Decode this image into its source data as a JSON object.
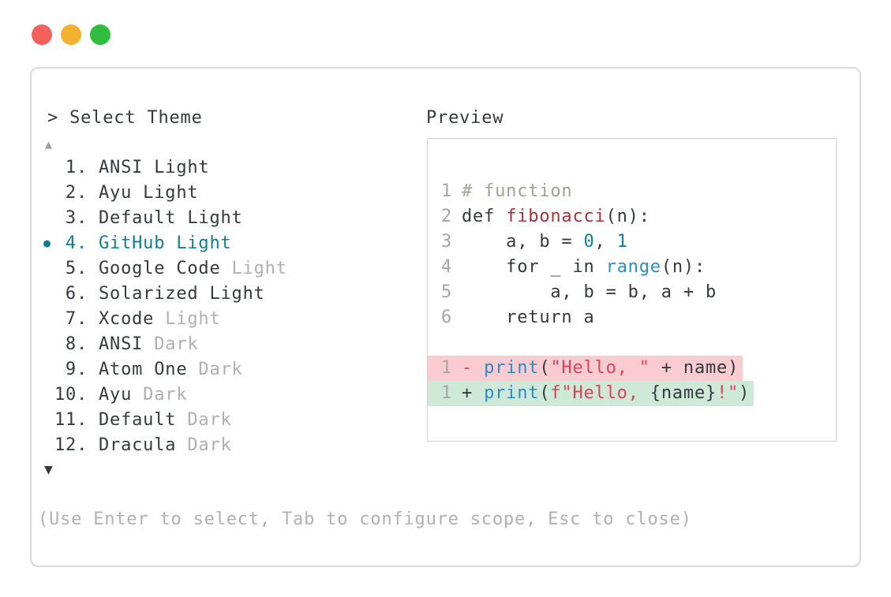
{
  "palette": {
    "text": "#343a3f",
    "muted": "#b0b0b0",
    "linenum": "#a6a6a6",
    "accent": "#107f8a",
    "comment": "#9ca494",
    "func": "#a93138",
    "number": "#117f8c",
    "builtin": "#2e8bc5",
    "string": "#e04057",
    "diff_minus": "#d8455a",
    "removed_bg": "#f8ccd0",
    "added_bg": "#cfe9d9",
    "border": "#d9d9d9",
    "preview_border": "#cfcfcf",
    "arrow_up": "#9e9e9e"
  },
  "window": {
    "traffic_lights": [
      "#f2615c",
      "#f3b12d",
      "#2fbe3e"
    ]
  },
  "selector": {
    "prompt": "> Select Theme",
    "scroll_up_icon": "▲",
    "scroll_down_icon": "▼",
    "bullet_icon": "●",
    "help": "(Use Enter to select, Tab to configure scope, Esc to close)",
    "items": [
      {
        "num": "1.",
        "name": "ANSI Light",
        "muted": "",
        "selected": false
      },
      {
        "num": "2.",
        "name": "Ayu Light",
        "muted": "",
        "selected": false
      },
      {
        "num": "3.",
        "name": "Default Light",
        "muted": "",
        "selected": false
      },
      {
        "num": "4.",
        "name": "GitHub Light",
        "muted": "",
        "selected": true
      },
      {
        "num": "5.",
        "name": "Google Code",
        "muted": "Light",
        "selected": false
      },
      {
        "num": "6.",
        "name": "Solarized Light",
        "muted": "",
        "selected": false
      },
      {
        "num": "7.",
        "name": "Xcode",
        "muted": "Light",
        "selected": false
      },
      {
        "num": "8.",
        "name": "ANSI",
        "muted": "Dark",
        "selected": false
      },
      {
        "num": "9.",
        "name": "Atom One",
        "muted": "Dark",
        "selected": false
      },
      {
        "num": "10.",
        "name": "Ayu",
        "muted": "Dark",
        "selected": false
      },
      {
        "num": "11.",
        "name": "Default",
        "muted": "Dark",
        "selected": false
      },
      {
        "num": "12.",
        "name": "Dracula",
        "muted": "Dark",
        "selected": false
      }
    ]
  },
  "preview": {
    "label": "Preview",
    "code_lines": [
      {
        "num": "1",
        "diff": "",
        "segments": [
          {
            "t": "# function",
            "c": "comment"
          }
        ]
      },
      {
        "num": "2",
        "diff": "",
        "segments": [
          {
            "t": "def ",
            "c": "text"
          },
          {
            "t": "fibonacci",
            "c": "func"
          },
          {
            "t": "(n):",
            "c": "text"
          }
        ]
      },
      {
        "num": "3",
        "diff": "",
        "segments": [
          {
            "t": "    a, b = ",
            "c": "text"
          },
          {
            "t": "0",
            "c": "number"
          },
          {
            "t": ", ",
            "c": "text"
          },
          {
            "t": "1",
            "c": "number"
          }
        ]
      },
      {
        "num": "4",
        "diff": "",
        "segments": [
          {
            "t": "    for _ in ",
            "c": "text"
          },
          {
            "t": "range",
            "c": "builtin"
          },
          {
            "t": "(n):",
            "c": "text"
          }
        ]
      },
      {
        "num": "5",
        "diff": "",
        "segments": [
          {
            "t": "        a, b = b, a + b",
            "c": "text"
          }
        ]
      },
      {
        "num": "6",
        "diff": "",
        "segments": [
          {
            "t": "    return a",
            "c": "text"
          }
        ]
      },
      {
        "num": "",
        "diff": "",
        "segments": []
      },
      {
        "num": "1",
        "diff": "removed",
        "segments": [
          {
            "t": "- ",
            "c": "diff_minus"
          },
          {
            "t": "print",
            "c": "builtin"
          },
          {
            "t": "(",
            "c": "text"
          },
          {
            "t": "\"Hello, \"",
            "c": "string"
          },
          {
            "t": " + name)",
            "c": "text"
          }
        ]
      },
      {
        "num": "1",
        "diff": "added",
        "segments": [
          {
            "t": "+ ",
            "c": "text"
          },
          {
            "t": "print",
            "c": "builtin"
          },
          {
            "t": "(",
            "c": "text"
          },
          {
            "t": "f\"Hello, ",
            "c": "string"
          },
          {
            "t": "{name}",
            "c": "text"
          },
          {
            "t": "!\"",
            "c": "string"
          },
          {
            "t": ")",
            "c": "text"
          }
        ]
      }
    ]
  }
}
